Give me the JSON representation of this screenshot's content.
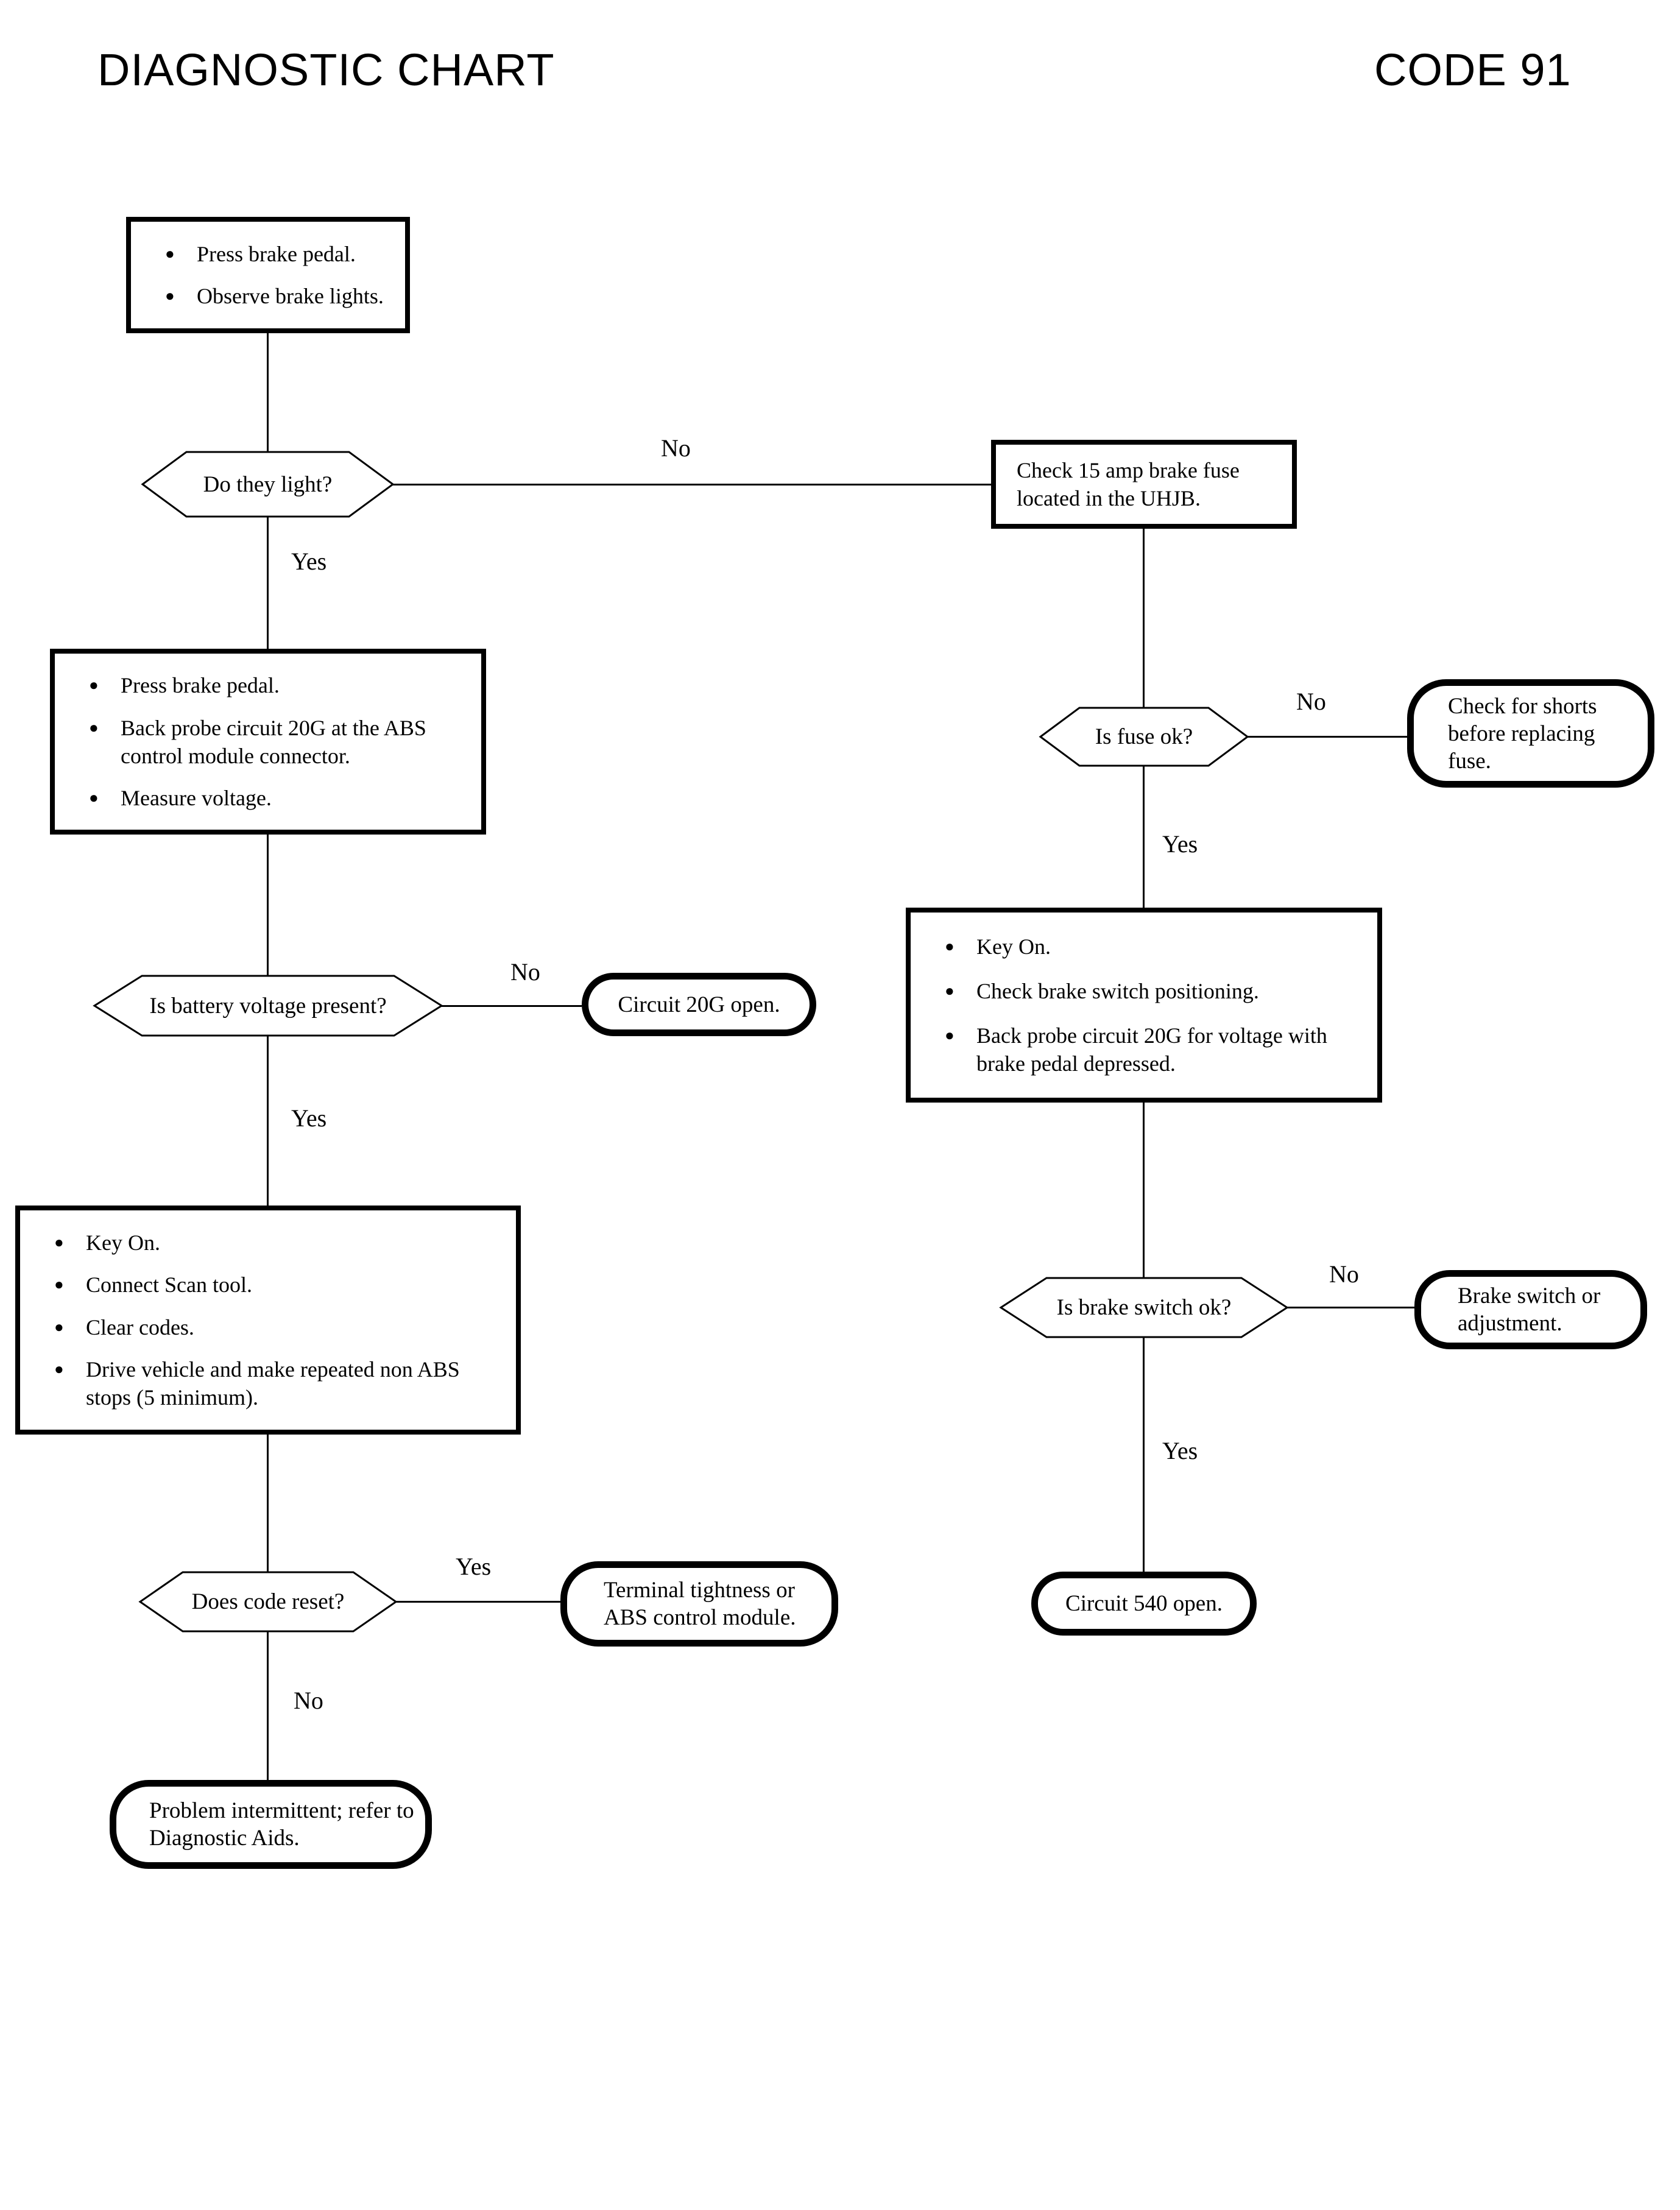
{
  "header": {
    "title": "DIAGNOSTIC CHART",
    "code": "CODE 91"
  },
  "colors": {
    "ink": "#000000",
    "paper": "#ffffff"
  },
  "flow": {
    "start": {
      "items": [
        "Press brake pedal.",
        "Observe brake lights."
      ]
    },
    "light": {
      "question": "Do they light?",
      "yes": "Yes",
      "no": "No"
    },
    "fuse_check": {
      "text": "Check 15 amp brake fuse located in the UHJB."
    },
    "probe": {
      "items": [
        "Press brake pedal.",
        "Back probe circuit 20G at the ABS control module connector.",
        "Measure voltage."
      ]
    },
    "fuse_ok": {
      "question": "Is fuse ok?",
      "yes": "Yes",
      "no": "No"
    },
    "shorts": {
      "text": "Check for shorts before replacing fuse."
    },
    "switch_check": {
      "items": [
        "Key On.",
        "Check brake switch positioning.",
        "Back probe circuit 20G for voltage with brake pedal depressed."
      ]
    },
    "battery": {
      "question": "Is battery voltage present?",
      "yes": "Yes",
      "no": "No"
    },
    "open20g": {
      "text": "Circuit 20G open."
    },
    "scan": {
      "items": [
        "Key On.",
        "Connect Scan tool.",
        "Clear codes.",
        "Drive vehicle and make repeated non ABS stops (5 minimum)."
      ]
    },
    "brake_ok": {
      "question": "Is brake switch ok?",
      "yes": "Yes",
      "no": "No"
    },
    "brake_switch": {
      "text": "Brake switch or adjustment."
    },
    "reset": {
      "question": "Does code reset?",
      "yes": "Yes",
      "no": "No"
    },
    "terminal_tightness": {
      "text": "Terminal tightness or ABS control module."
    },
    "open540": {
      "text": "Circuit 540 open."
    },
    "intermittent": {
      "text": "Problem intermittent; refer to Diagnostic Aids."
    }
  }
}
